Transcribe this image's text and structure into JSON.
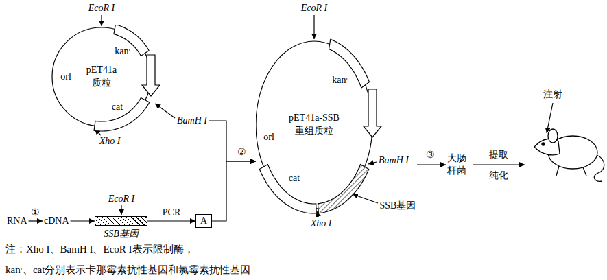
{
  "diagram": {
    "nodes": [
      {
        "text": [
          "pET41a 质粒"
        ]
      },
      {
        "text": [
          "pET41a-SSB 重组质粒"
        ]
      },
      {
        "text": [
          "RNA"
        ]
      },
      {
        "text": [
          "cDNA"
        ]
      },
      {
        "text": [
          "SSB基因"
        ]
      },
      {
        "text": [
          "A"
        ]
      },
      {
        "text": [
          "大肠杆菌"
        ]
      }
    ],
    "edges": [
      {
        "from": 2,
        "to": 3,
        "arrow": "to",
        "label": "①"
      },
      {
        "from": 3,
        "to": 4,
        "arrow": "to"
      },
      {
        "from": 4,
        "to": 5,
        "arrow": "to",
        "label": "PCR"
      },
      {
        "from": 5,
        "to": 1,
        "arrow": "to",
        "label": "②"
      },
      {
        "from": 0,
        "to": 1,
        "arrow": "to"
      },
      {
        "from": 1,
        "to": 6,
        "arrow": "to",
        "label": "③"
      }
    ],
    "labels": [
      "EcoR I",
      "kanʳ",
      "orl",
      "cat",
      "BamH I",
      "Xho I",
      "EcoR I",
      "kanʳ",
      "orl",
      "BamH I",
      "cat",
      "SSB基因",
      "Xho I",
      "EcoR I",
      "提取",
      "纯化",
      "注射",
      "注：Xho I、BamH I、EcoR I表示限制酶，",
      "kanʳ、cat分别表示卡那霉素抗性基因和氯霉素抗性基因"
    ]
  }
}
